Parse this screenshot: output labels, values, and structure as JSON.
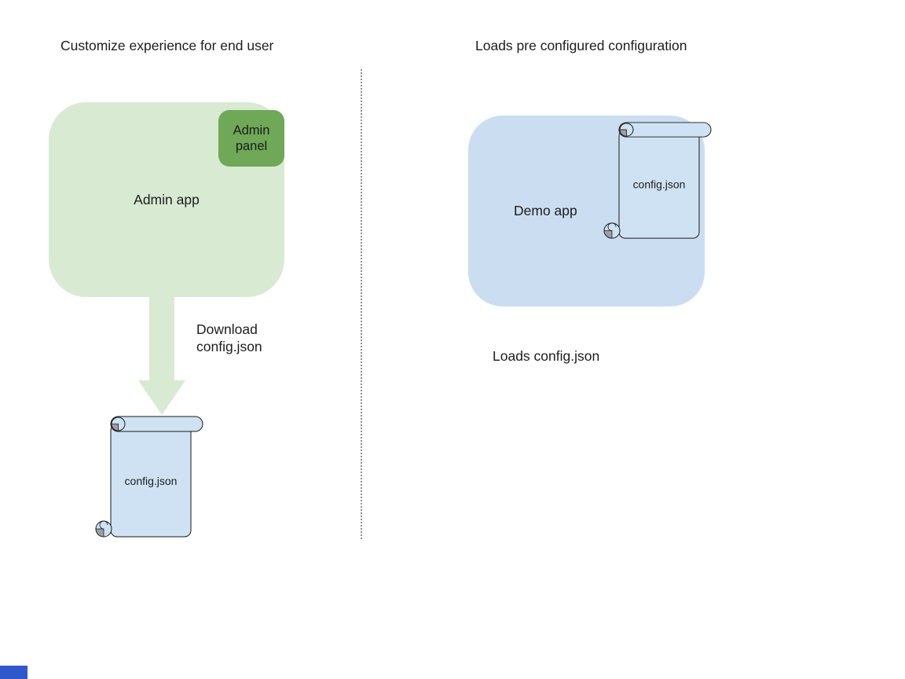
{
  "left": {
    "title": "Customize experience for end user",
    "app_label": "Admin app",
    "panel_label": "Admin panel",
    "arrow_caption": "Download\nconfig.json",
    "file_label": "config.json"
  },
  "right": {
    "title": "Loads pre configured configuration",
    "app_label": "Demo app",
    "file_label": "config.json",
    "caption": "Loads config.json"
  },
  "colors": {
    "text": "#1d1d1d",
    "admin_app_fill": "#d9ead3",
    "admin_panel_fill": "#6fa857",
    "arrow_fill": "#d9ead3",
    "demo_app_fill": "#cbddf1",
    "scroll_fill": "#cfe2f3",
    "scroll_curl_shade": "#9aa0a6",
    "divider": "#909090",
    "corner_shape_fill": "#2f58cc"
  }
}
